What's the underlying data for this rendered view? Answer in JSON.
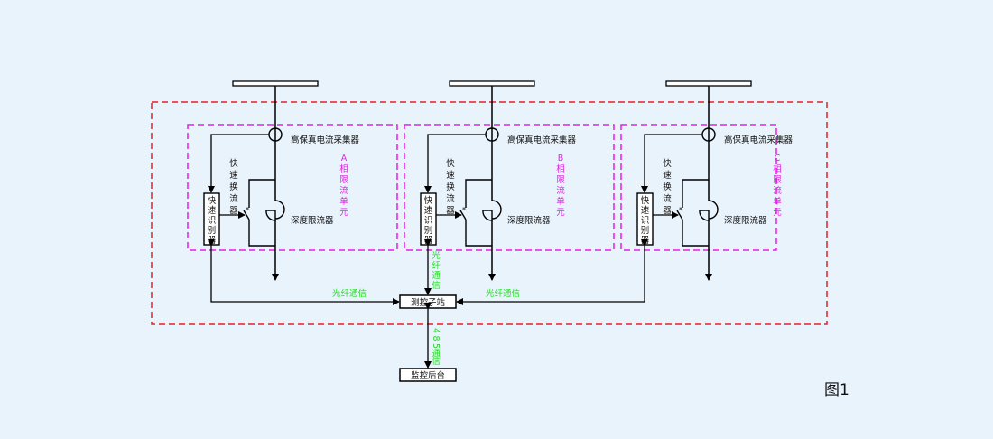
{
  "colors": {
    "background": "#e9f3fc",
    "wire": "#000000",
    "outer_boundary": "#e8202a",
    "phase_boundary": "#e81ee8",
    "comm_label": "#22dd22",
    "phase_label": "#e81ee8"
  },
  "figure_label": "图1",
  "phases": [
    {
      "id": "A",
      "collector_label": "高保真电流采集器",
      "switch_label": [
        "快",
        "速",
        "换",
        "流",
        "器"
      ],
      "identifier_label": [
        "快",
        "速",
        "识",
        "别",
        "器"
      ],
      "limiter_label": "深度限流器",
      "unit_label": [
        "A",
        "相",
        "限",
        "流",
        "单",
        "元"
      ]
    },
    {
      "id": "B",
      "collector_label": "高保真电流采集器",
      "switch_label": [
        "快",
        "速",
        "换",
        "流",
        "器"
      ],
      "identifier_label": [
        "快",
        "速",
        "识",
        "别",
        "器"
      ],
      "limiter_label": "深度限流器",
      "unit_label": [
        "B",
        "相",
        "限",
        "流",
        "单",
        "元"
      ]
    },
    {
      "id": "C",
      "collector_label": "高保真电流采集器",
      "switch_label": [
        "快",
        "速",
        "换",
        "流",
        "器"
      ],
      "identifier_label": [
        "快",
        "速",
        "识",
        "别",
        "器"
      ],
      "limiter_label": "深度限流器",
      "unit_label": [
        "C",
        "相",
        "限",
        "流",
        "单",
        "元"
      ]
    }
  ],
  "substation": {
    "label": "测控子站"
  },
  "backend": {
    "label": "监控后台"
  },
  "comms": {
    "fiber_left": "光纤通信",
    "fiber_right": "光纤通信",
    "fiber_vertical": [
      "光",
      "纤",
      "通",
      "信"
    ],
    "rs485_vertical": [
      "4",
      "8",
      "5",
      "通",
      "信"
    ]
  }
}
